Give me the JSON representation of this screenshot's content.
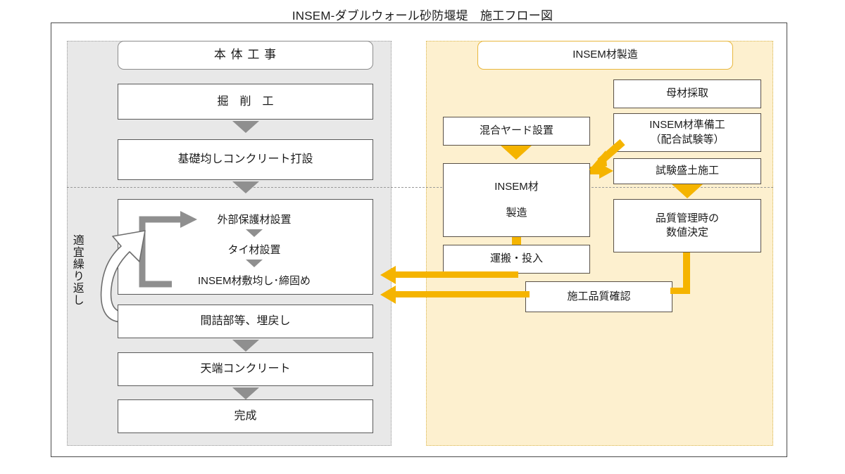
{
  "title": "INSEM-ダブルウォール砂防堰堤　施工フロー図",
  "left_panel": {
    "header": "本 体 工 事",
    "steps": [
      {
        "label": "掘　削　工"
      },
      {
        "label": "基礎均しコンクリート打設"
      },
      {
        "label": "間詰部等、埋戻し"
      },
      {
        "label": "天端コンクリート"
      },
      {
        "label": "完成"
      }
    ],
    "repeat_group": {
      "substeps": [
        "外部保護材設置",
        "タイ材設置",
        "INSEM材敷均し･締固め"
      ]
    },
    "repeat_note": "適宜繰り返し"
  },
  "right_panel": {
    "header": "INSEM材製造",
    "left_column": [
      {
        "label": "混合ヤード設置"
      },
      {
        "label_line1": "INSEM材",
        "label_line2": "製造"
      },
      {
        "label": "運搬・投入"
      }
    ],
    "right_column": [
      {
        "label": "母材採取"
      },
      {
        "label_line1": "INSEM材準備工",
        "label_line2": "（配合試験等）"
      },
      {
        "label": "試験盛土施工"
      },
      {
        "label_line1": "品質管理時の",
        "label_line2": "数値決定"
      }
    ],
    "quality_check": "施工品質確認"
  },
  "colors": {
    "gray_panel": "#e8e8e8",
    "yellow_panel": "#fdf0cf",
    "yellow_accent": "#f5b400",
    "gray_arrow": "#8f8f8f",
    "box_border_gray": "#595959",
    "box_border_yellow": "#595046",
    "header_gray_border": "#8c8c8c",
    "header_yellow_border": "#e8b73d"
  }
}
